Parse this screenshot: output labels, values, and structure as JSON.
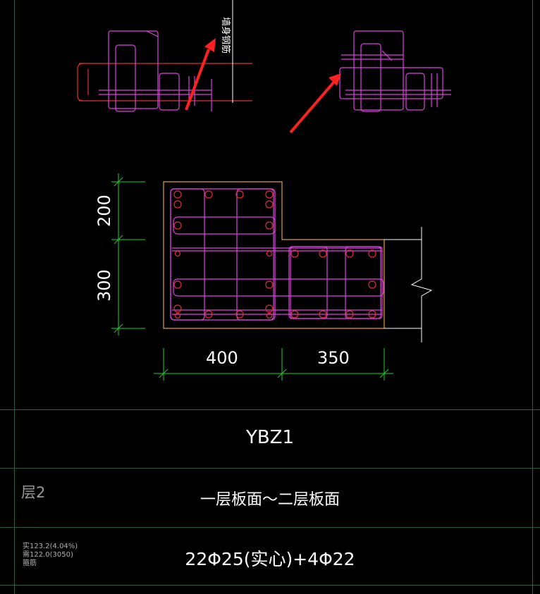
{
  "drawing": {
    "callout_label": "墙身钢筋"
  },
  "dimensions": {
    "vertical_upper": "200",
    "vertical_lower": "300",
    "horizontal_left": "400",
    "horizontal_right": "350"
  },
  "table": {
    "column_name": "YBZ1",
    "row_label": "层2",
    "floor_range": "一层板面～二层板面",
    "rebar_spec": "22Φ25(实心)+4Φ22",
    "notes": [
      "实123.2(4.04%)",
      "需122.0(3050)",
      "箍筋"
    ]
  },
  "colors": {
    "background": "#000000",
    "grid": "#2e5a4e",
    "stirrup": "#e040e0",
    "bar": "#e03030",
    "dimension": "#20d020",
    "outline": "#e0a040",
    "arrow": "#ff2020"
  }
}
